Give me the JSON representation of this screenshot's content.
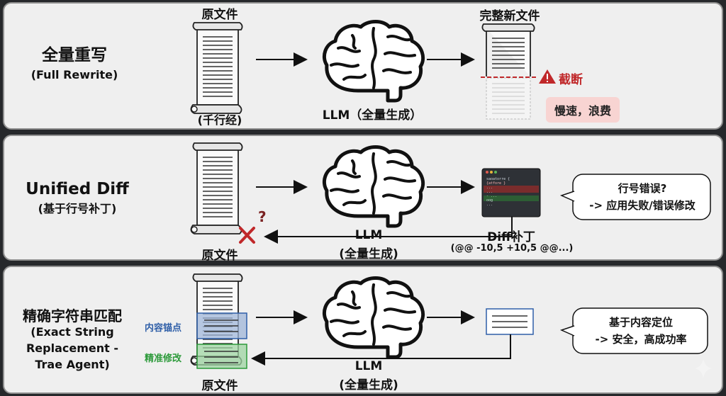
{
  "row1": {
    "title": "全量重写",
    "subtitle": "(Full Rewrite)",
    "source_label": "原文件",
    "source_caption": "(千行经)",
    "llm_label": "LLM（全量生成）",
    "output_label": "完整新文件",
    "truncate_label": "截断",
    "badge": "慢速，浪费"
  },
  "row2": {
    "title": "Unified Diff",
    "subtitle": "(基于行号补丁)",
    "source_label": "原文件",
    "question_mark": "?",
    "llm_label_1": "LLM",
    "llm_label_2": "(全量生成)",
    "diff_label": "Diff补丁",
    "diff_format": "(@@ -10,5 +10,5 @@...)",
    "code_lines": [
      "saoatorre {",
      "{atfore }",
      "...",
      "...",
      "- ...",
      "oog",
      "..."
    ],
    "bubble_line1": "行号错误?",
    "bubble_line2": "-> 应用失败/错误修改"
  },
  "row3": {
    "title_line1": "精确字符串匹配",
    "title_line2": "(Exact String",
    "title_line3": "Replacement -",
    "title_line4": "Trae Agent)",
    "anchor_label": "内容锚点",
    "edit_label": "精准修改",
    "source_label": "原文件",
    "llm_label_1": "LLM",
    "llm_label_2": "(全量生成)",
    "bubble_line1": "基于内容定位",
    "bubble_line2": "-> 安全，高成功率"
  },
  "colors": {
    "anchor_blue": "#2f5fa8",
    "edit_green": "#2c9a3a",
    "error_red": "#c0282a"
  },
  "icons": [
    "scroll-icon",
    "brain-icon",
    "warning-icon",
    "cross-icon",
    "code-editor-icon",
    "speech-bubble-icon",
    "sparkle-icon"
  ]
}
